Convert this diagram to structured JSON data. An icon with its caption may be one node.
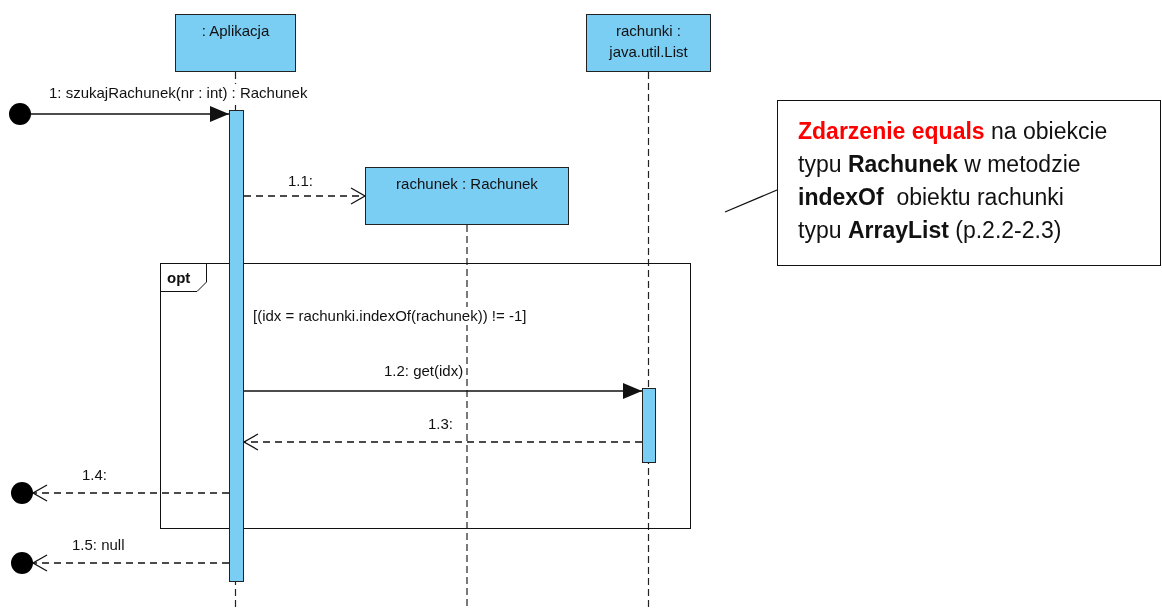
{
  "diagram": {
    "nodes": [
      {
        "text": [
          ": Aplikacja"
        ]
      },
      {
        "text": [
          "rachunki : java.util.List"
        ]
      },
      {
        "text": [],
        "shape": "circle"
      },
      {
        "text": [],
        "shape": "bar"
      },
      {
        "text": [
          "**Zdarzenie equals** na obiekcie typu **Rachunek** w metodzie **indexOf**  obiektu rachunki typu **ArrayList** (p.2.2-2.3)"
        ]
      },
      {
        "text": [
          "rachunek : Rachunek"
        ]
      },
      {
        "text": [
          "opt",
          "[(idx = rachunki.indexOf(rachunek)) != -1]"
        ]
      },
      {
        "text": [],
        "shape": "bar",
        "in": 6
      },
      {
        "text": [],
        "shape": "circle"
      },
      {
        "text": [],
        "shape": "circle"
      }
    ],
    "edges": [
      {
        "from": 2,
        "to": 3,
        "arrow": "to",
        "label": "1: szukajRachunek(nr : int) : Rachunek"
      },
      {
        "from": 3,
        "to": 5,
        "arrow": "to",
        "label": "1.1:",
        "style": "dashed"
      },
      {
        "from": 3,
        "to": 7,
        "arrow": "to",
        "label": "1.2: get(idx)"
      },
      {
        "from": 7,
        "to": 3,
        "arrow": "to",
        "label": "1.3:",
        "style": "dashed"
      },
      {
        "from": 3,
        "to": 8,
        "arrow": "to",
        "label": "1.4:",
        "style": "dashed"
      },
      {
        "from": 3,
        "to": 9,
        "arrow": "to",
        "label": "1.5: null",
        "style": "dashed"
      },
      {
        "from": 4,
        "to": null,
        "arrow": "none"
      }
    ]
  }
}
